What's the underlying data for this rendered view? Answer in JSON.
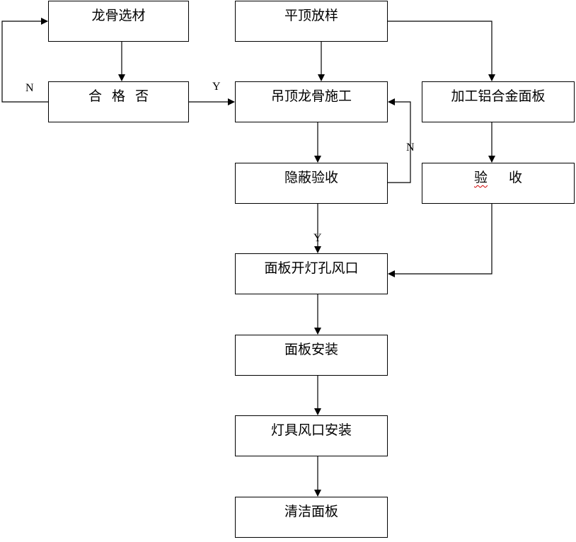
{
  "nodes": {
    "keel_select": "龙骨选材",
    "qualified": "合格否",
    "flat_layout": "平顶放样",
    "ceiling_keel": "吊顶龙骨施工",
    "process_panel": "加工铝合金面板",
    "concealed_accept": "隐蔽验收",
    "accept_1": "验",
    "accept_2": "收",
    "panel_holes": "面板开灯孔风口",
    "panel_install": "面板安装",
    "lamp_install": "灯具风口安装",
    "clean_panel": "清洁面板"
  },
  "edge_labels": {
    "no_left": "N",
    "yes_left": "Y",
    "no_right": "N",
    "yes_down": "Y"
  }
}
